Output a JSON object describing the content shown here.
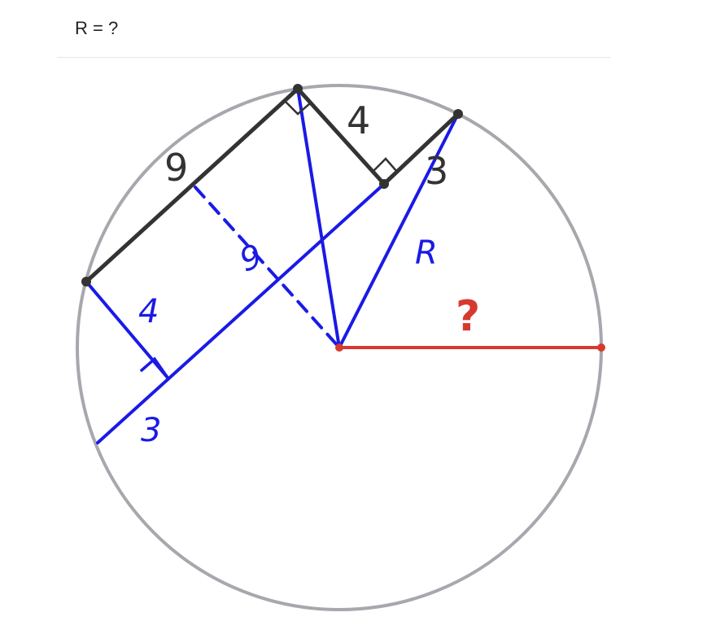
{
  "question": "R = ?",
  "colors": {
    "circle": "#a7a7ad",
    "black_segments": "#333333",
    "blue_construction": "#1a1ae6",
    "red_radius": "#d63a2f",
    "text": "#222222"
  },
  "labels": {
    "nine": "9",
    "four_top": "4",
    "three_top": "3",
    "nine_hand": "9",
    "four_hand": "4",
    "three_hand": "3",
    "r_hand": "R",
    "question_mark": "?"
  }
}
